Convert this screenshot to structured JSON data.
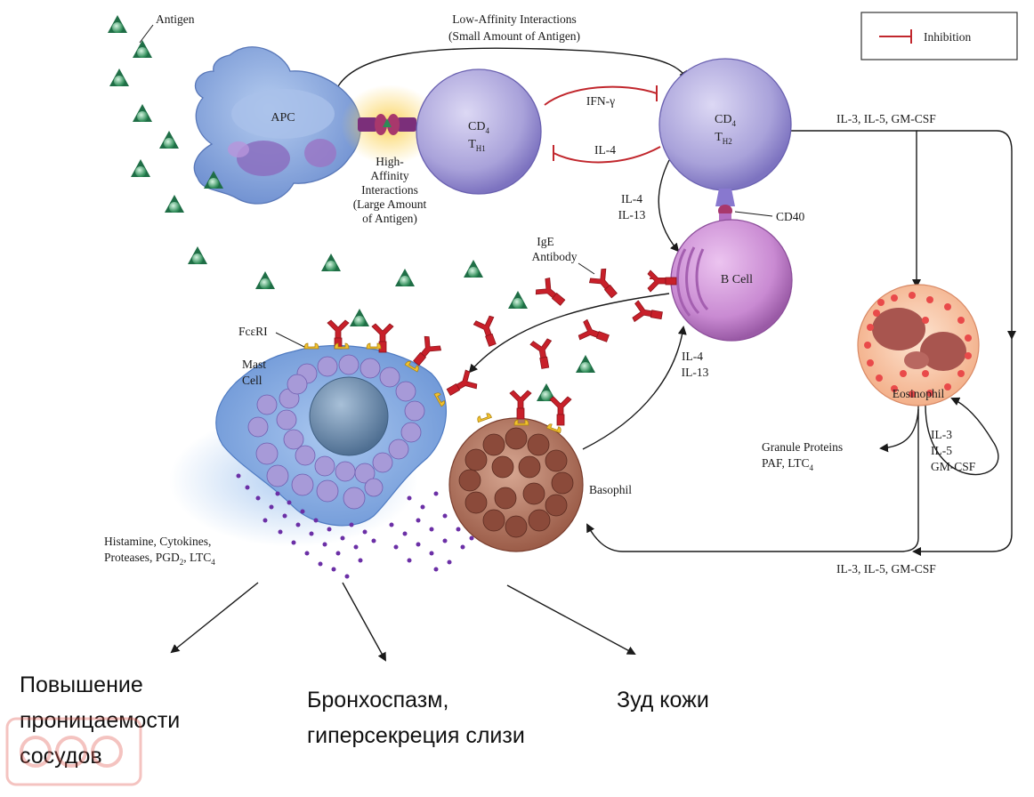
{
  "diagram": {
    "legend": {
      "label": "Inhibition",
      "color": "#c1272d"
    },
    "labels": {
      "antigen": "Antigen",
      "low_affinity_1": "Low-Affinity Interactions",
      "low_affinity_2": "(Small Amount of Antigen)",
      "high_affinity_1": "High-",
      "high_affinity_2": "Affinity",
      "high_affinity_3": "Interactions",
      "high_affinity_4": "(Large Amount",
      "high_affinity_5": "of Antigen)",
      "apc": "APC",
      "th1_1": "CD",
      "th1_2": "T",
      "th2_1": "CD",
      "th2_2": "T",
      "ifn": "IFN-γ",
      "il4_inhib": "IL-4",
      "il4_b_1": "IL-4",
      "il4_b_2": "IL-13",
      "cd40": "CD40",
      "bcell": "B Cell",
      "ige_1": "IgE",
      "ige_2": "Antibody",
      "fceri": "FcεRI",
      "mast_1": "Mast",
      "mast_2": "Cell",
      "il4_m_1": "IL-4",
      "il4_m_2": "IL-13",
      "top_right_cyt": "IL-3, IL-5, GM-CSF",
      "eosinophil": "Eosinophil",
      "granule_1": "Granule Proteins",
      "granule_2": "PAF, LTC",
      "eos_cyt_1": "IL-3",
      "eos_cyt_2": "IL-5",
      "eos_cyt_3": "GM-CSF",
      "basophil": "Basophil",
      "bottom_cyt": "IL-3, IL-5, GM-CSF",
      "mediators_1": "Histamine, Cytokines,",
      "mediators_2": "Proteases, PGD",
      "mediators_2b": ", LTC"
    },
    "outcomes": {
      "vascular_1": "Повышение",
      "vascular_2": "проницаемости",
      "vascular_3": "сосудов",
      "broncho_1": "Бронхоспазм,",
      "broncho_2": "гиперсекреция слизи",
      "itch": "Зуд кожи"
    },
    "colors": {
      "antigen": "#2e8b57",
      "ige": "#c8202a",
      "th_cells": "#b3aee0",
      "b_cell": "#c98ad2",
      "mast_cell": "#7fa6dc",
      "basophil": "#8b4a3a",
      "eosinophil": "#f0a07a"
    }
  }
}
